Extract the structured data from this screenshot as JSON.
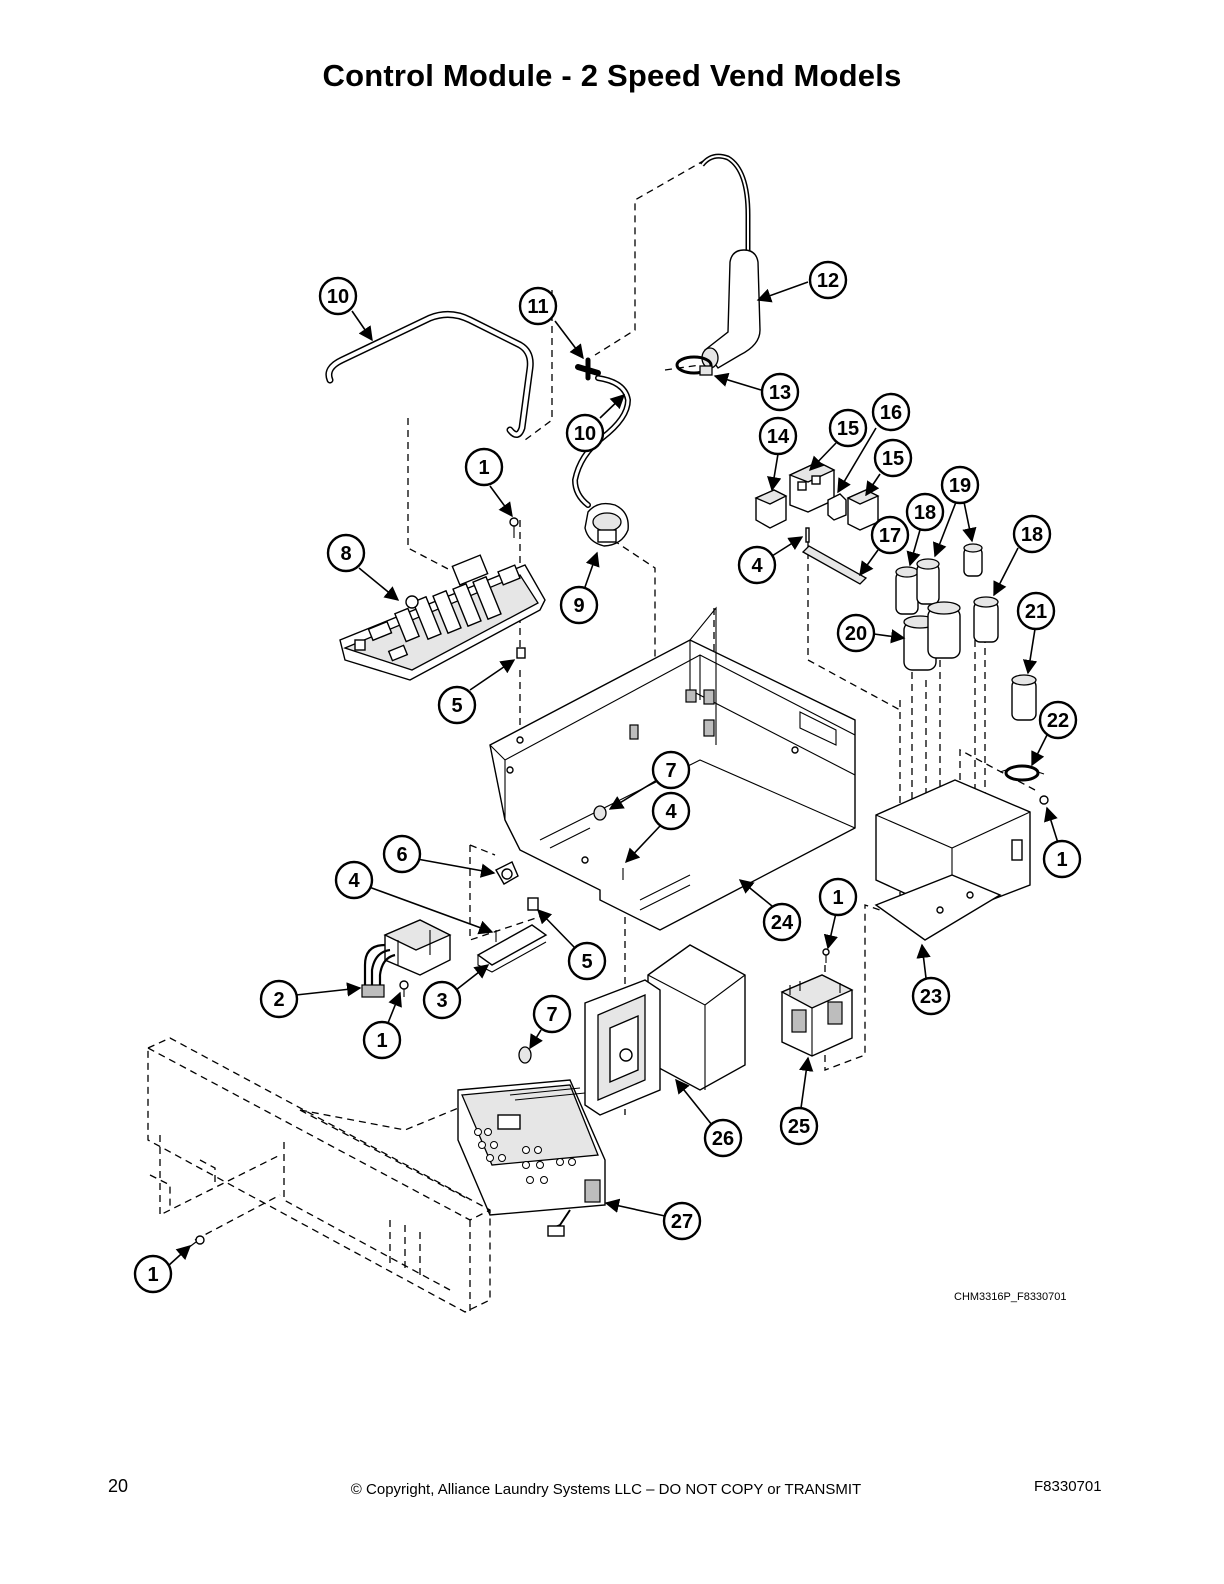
{
  "page": {
    "title": "Control Module - 2 Speed Vend Models",
    "figure_code": "CHM3316P_F8330701",
    "page_number": "20",
    "copyright": "© Copyright, Alliance Laundry Systems LLC – DO NOT COPY or TRANSMIT",
    "document_number": "F8330701"
  },
  "callouts": [
    {
      "id": "c10a",
      "label": "10"
    },
    {
      "id": "c11",
      "label": "11"
    },
    {
      "id": "c12",
      "label": "12"
    },
    {
      "id": "c13",
      "label": "13"
    },
    {
      "id": "c10b",
      "label": "10"
    },
    {
      "id": "c14",
      "label": "14"
    },
    {
      "id": "c15a",
      "label": "15"
    },
    {
      "id": "c16",
      "label": "16"
    },
    {
      "id": "c15b",
      "label": "15"
    },
    {
      "id": "c1a",
      "label": "1"
    },
    {
      "id": "c19",
      "label": "19"
    },
    {
      "id": "c18a",
      "label": "18"
    },
    {
      "id": "c18b",
      "label": "18"
    },
    {
      "id": "c8",
      "label": "8"
    },
    {
      "id": "c17",
      "label": "17"
    },
    {
      "id": "c4a",
      "label": "4"
    },
    {
      "id": "c9",
      "label": "9"
    },
    {
      "id": "c21",
      "label": "21"
    },
    {
      "id": "c20",
      "label": "20"
    },
    {
      "id": "c5a",
      "label": "5"
    },
    {
      "id": "c22",
      "label": "22"
    },
    {
      "id": "c7a",
      "label": "7"
    },
    {
      "id": "c4b",
      "label": "4"
    },
    {
      "id": "c6",
      "label": "6"
    },
    {
      "id": "c1b",
      "label": "1"
    },
    {
      "id": "c4c",
      "label": "4"
    },
    {
      "id": "c1c",
      "label": "1"
    },
    {
      "id": "c24",
      "label": "24"
    },
    {
      "id": "c5b",
      "label": "5"
    },
    {
      "id": "c23",
      "label": "23"
    },
    {
      "id": "c2",
      "label": "2"
    },
    {
      "id": "c3",
      "label": "3"
    },
    {
      "id": "c7b",
      "label": "7"
    },
    {
      "id": "c1d",
      "label": "1"
    },
    {
      "id": "c25",
      "label": "25"
    },
    {
      "id": "c26",
      "label": "26"
    },
    {
      "id": "c27",
      "label": "27"
    },
    {
      "id": "c1e",
      "label": "1"
    }
  ]
}
